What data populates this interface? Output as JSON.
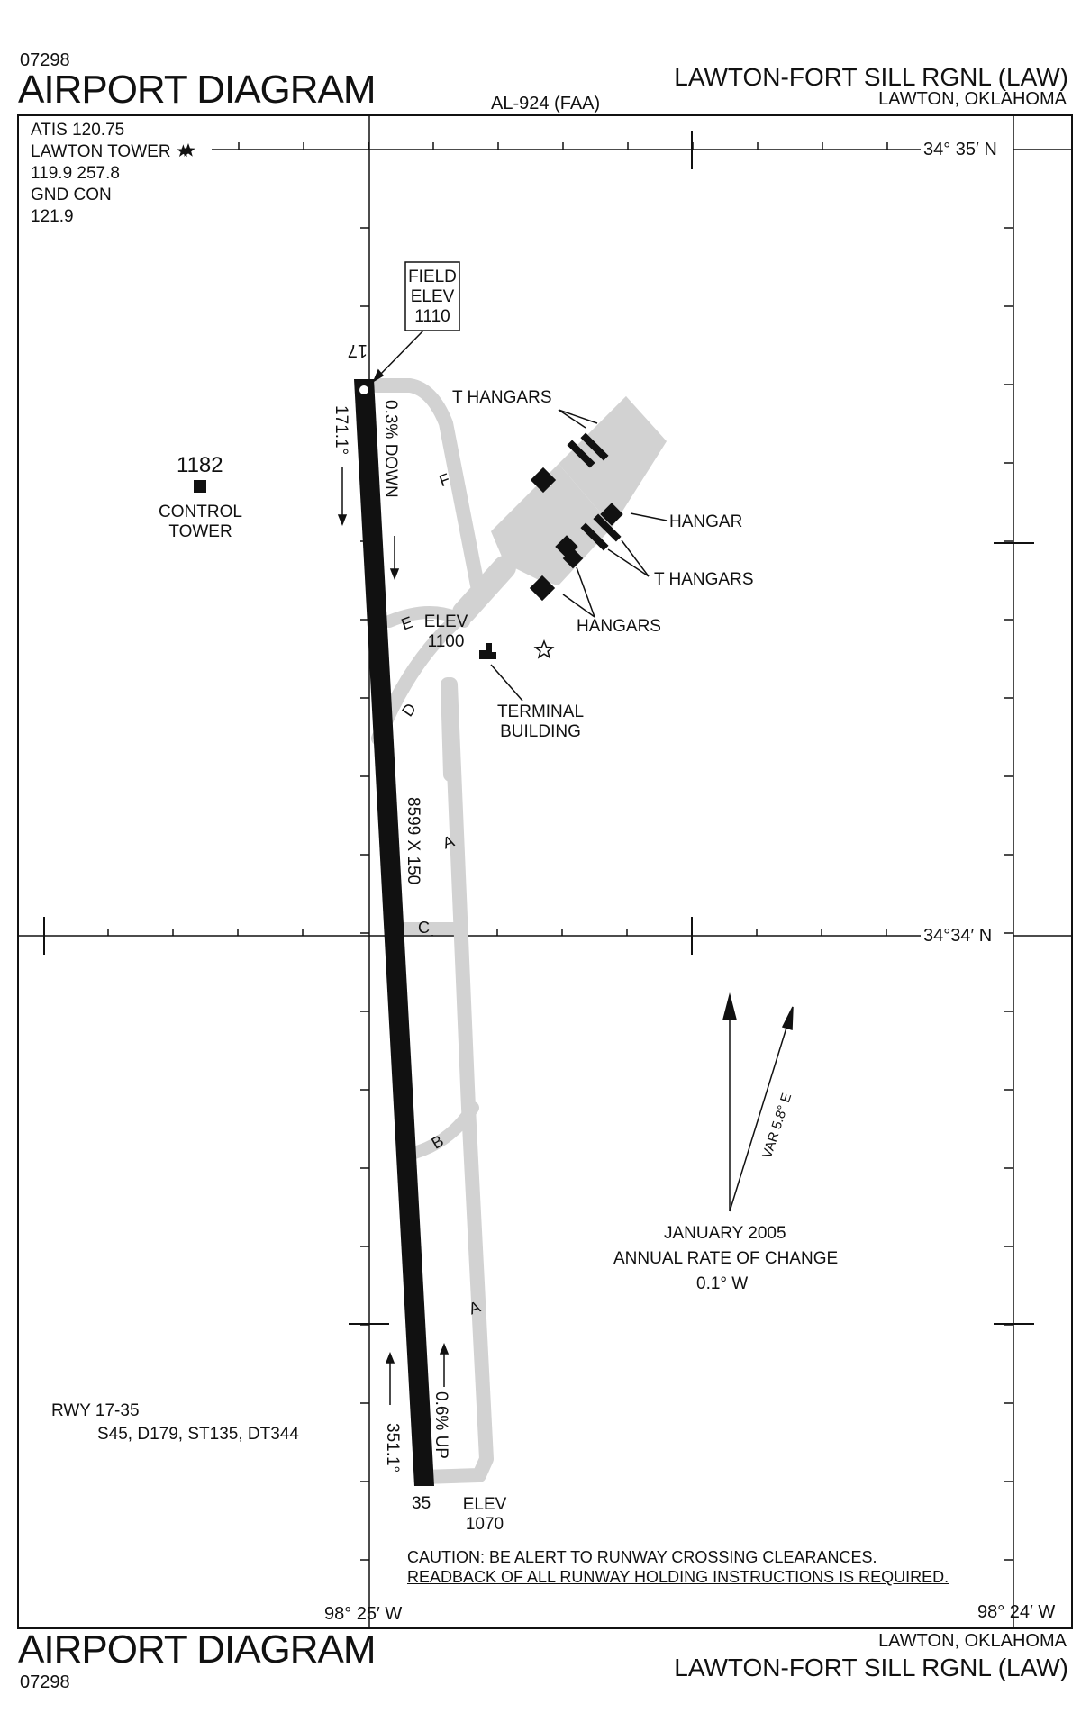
{
  "header": {
    "chart_number": "07298",
    "title": "AIRPORT DIAGRAM",
    "chart_id": "AL-924 (FAA)",
    "airport_name": "LAWTON-FORT SILL RGNL (LAW)",
    "city_state": "LAWTON, OKLAHOMA"
  },
  "footer": {
    "title": "AIRPORT DIAGRAM",
    "chart_number": "07298",
    "city_state": "LAWTON, OKLAHOMA",
    "airport_name": "LAWTON-FORT SILL RGNL (LAW)"
  },
  "frequencies": {
    "atis": "ATIS  120.75",
    "tower_label": "LAWTON TOWER ★",
    "tower_freqs": "119.9  257.8",
    "gnd_label": "GND CON",
    "gnd_freq": "121.9"
  },
  "coordinates": {
    "lat_top": "34° 35′ N",
    "lat_mid": "34°34′ N",
    "lon_left": "98° 25′ W",
    "lon_right": "98° 24′ W"
  },
  "runway": {
    "end_north": "17",
    "end_south": "35",
    "heading_north": "171.1°",
    "heading_south": "351.1°",
    "slope_north": "0.3% DOWN",
    "slope_south": "0.6% UP",
    "dimensions": "8599 X 150",
    "info_label": "RWY  17-35",
    "info_strength": "S45, D179, ST135, DT344"
  },
  "labels": {
    "field_elev_1": "FIELD",
    "field_elev_2": "ELEV",
    "field_elev_3": "1110",
    "tower_elev": "1182",
    "control_tower_1": "CONTROL",
    "control_tower_2": "TOWER",
    "elev_mid_1": "ELEV",
    "elev_mid_2": "1100",
    "elev_south_1": "ELEV",
    "elev_south_2": "1070",
    "t_hangars_top": "T HANGARS",
    "hangar": "HANGAR",
    "t_hangars_right": "T HANGARS",
    "hangars": "HANGARS",
    "terminal_1": "TERMINAL",
    "terminal_2": "BUILDING"
  },
  "taxiways": {
    "f": "F",
    "e": "E",
    "d": "D",
    "a_upper": "A",
    "c": "C",
    "b": "B",
    "a_lower": "A"
  },
  "magnetic": {
    "var": "VAR 5.8° E",
    "date": "JANUARY 2005",
    "rate_label": "ANNUAL RATE OF CHANGE",
    "rate_value": "0.1°  W"
  },
  "caution": {
    "line1": "CAUTION:  BE ALERT TO RUNWAY CROSSING CLEARANCES.",
    "line2": "READBACK OF ALL RUNWAY HOLDING INSTRUCTIONS IS REQUIRED."
  }
}
